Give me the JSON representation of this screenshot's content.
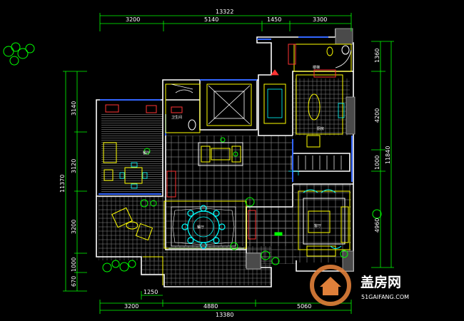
{
  "plan": {
    "top_total": "13322",
    "top_segments": [
      "3200",
      "5140",
      "1450",
      "3300"
    ],
    "bottom_total": "13380",
    "bottom_segments": [
      "3200",
      "4880",
      "5060"
    ],
    "bottom_small": "1250",
    "left_total": "11370",
    "left_segments": [
      "3140",
      "3120",
      "3200",
      "1000",
      "670"
    ],
    "right_total": "11840",
    "right_segments": [
      "1360",
      "4200",
      "1000",
      "4960"
    ],
    "room_labels": {
      "bath": "卫生间",
      "kitchen": "厨房",
      "dining": "餐厅",
      "stair": "楼梯",
      "living": "客厅",
      "table": "餐厅"
    }
  },
  "watermark": {
    "brand": "盖房网",
    "url": "51GAIFANG.COM"
  }
}
